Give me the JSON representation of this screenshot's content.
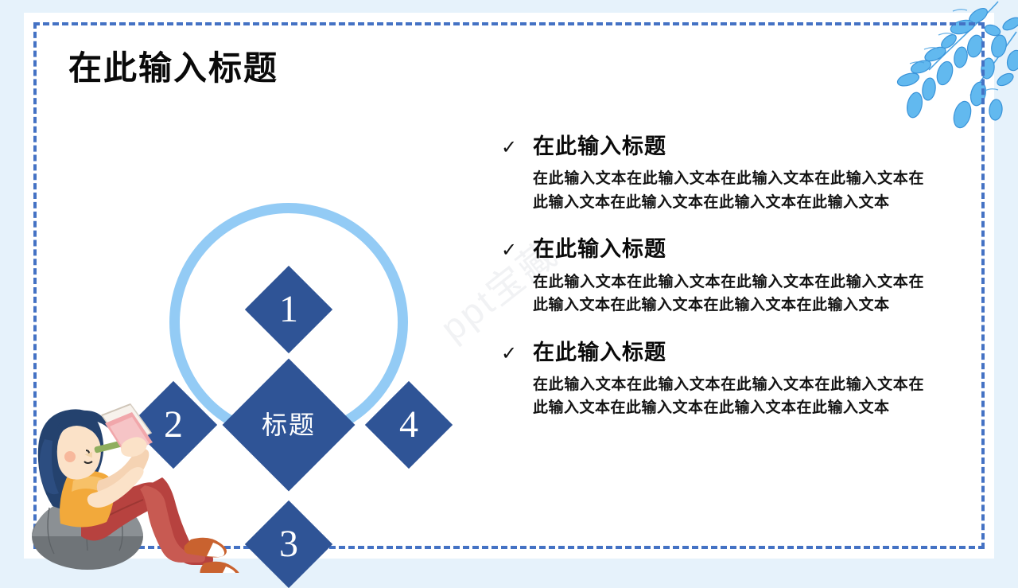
{
  "slide": {
    "title": "在此输入标题",
    "background_color": "#e6f2fb",
    "page_color": "#ffffff",
    "frame_color": "#4472c4",
    "accent_dark": "#2f5496",
    "accent_light": "#93cbf5",
    "watermark_text": "ppt宝藏"
  },
  "diagram": {
    "center_label": "标题",
    "nodes": [
      {
        "number": "1",
        "position": "top"
      },
      {
        "number": "2",
        "position": "left"
      },
      {
        "number": "3",
        "position": "bottom"
      },
      {
        "number": "4",
        "position": "right"
      }
    ]
  },
  "content": {
    "bullets": [
      {
        "check": "✓",
        "title": "在此输入标题",
        "body": "在此输入文本在此输入文本在此输入文本在此输入文本在此输入文本在此输入文本在此输入文本在此输入文本"
      },
      {
        "check": "✓",
        "title": "在此输入标题",
        "body": "在此输入文本在此输入文本在此输入文本在此输入文本在此输入文本在此输入文本在此输入文本在此输入文本"
      },
      {
        "check": "✓",
        "title": "在此输入标题",
        "body": "在此输入文本在此输入文本在此输入文本在此输入文本在此输入文本在此输入文本在此输入文本在此输入文本"
      }
    ]
  },
  "decorations": {
    "corner_leaves": "leaf-branch-decoration",
    "illustration": "woman-reading-illustration"
  }
}
